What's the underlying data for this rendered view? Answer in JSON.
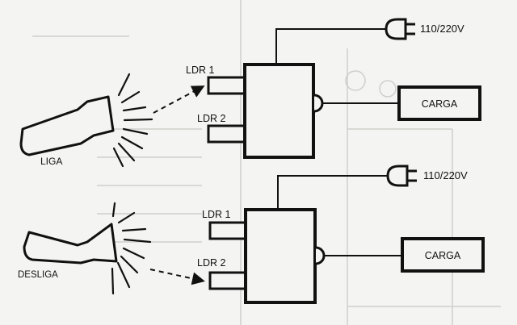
{
  "diagram": {
    "top": {
      "ldr1": "LDR 1",
      "ldr2": "LDR 2",
      "voltage": "110/220V",
      "load": "CARGA",
      "state": "LIGA"
    },
    "bottom": {
      "ldr1": "LDR 1",
      "ldr2": "LDR 2",
      "voltage": "110/220V",
      "load": "CARGA",
      "state": "DESLIGA"
    }
  },
  "colors": {
    "ink": "#111111",
    "paper": "#f4f4f2",
    "ghost": "#bdbdb8"
  }
}
